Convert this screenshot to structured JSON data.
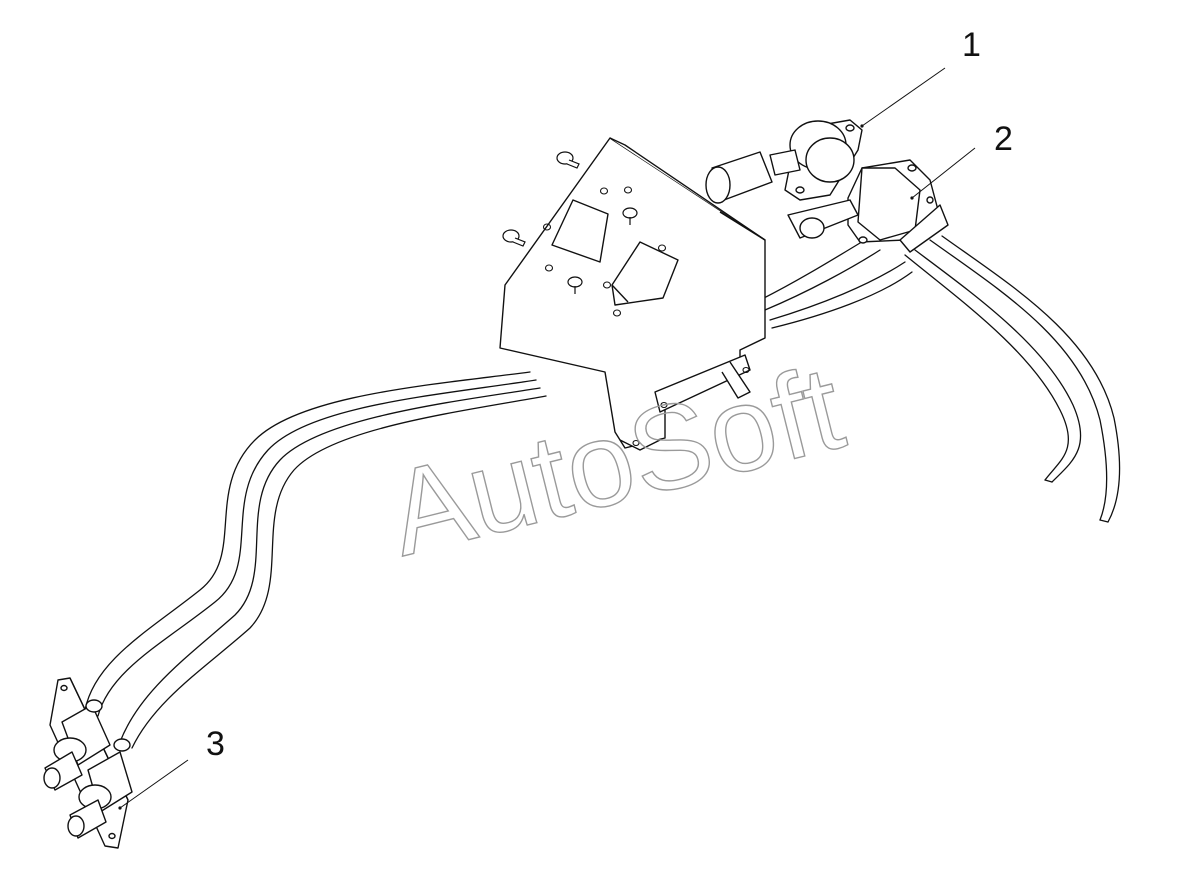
{
  "callouts": [
    {
      "number": "1"
    },
    {
      "number": "2"
    },
    {
      "number": "3"
    }
  ],
  "watermark": "AutoSoft",
  "colors": {
    "ink": "#111111",
    "watermark": "#9a9a9a",
    "background": "#ffffff"
  }
}
